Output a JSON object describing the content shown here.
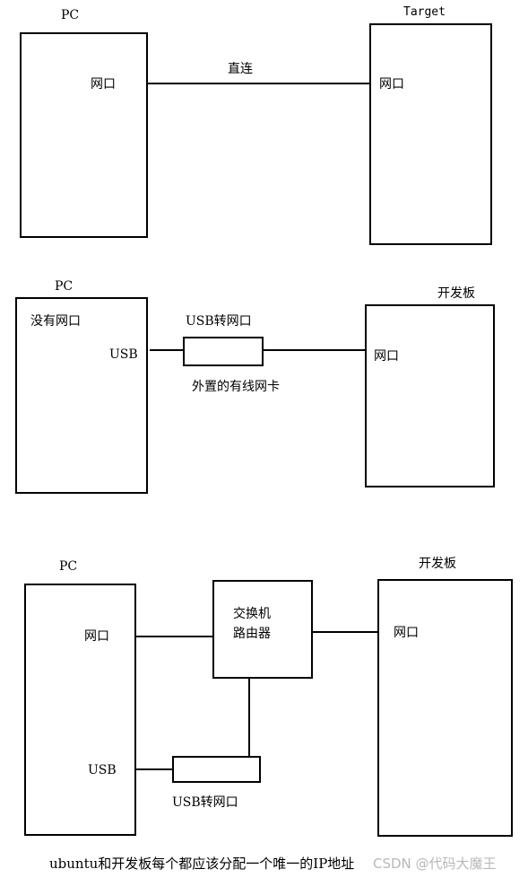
{
  "diagram1": {
    "pc_title": "PC",
    "target_title": "Target",
    "pc_port": "网口",
    "target_port": "网口",
    "link_label": "直连"
  },
  "diagram2": {
    "pc_title": "PC",
    "board_title": "开发板",
    "pc_note": "没有网口",
    "pc_usb": "USB",
    "adapter_label": "USB转网口",
    "adapter_caption": "外置的有线网卡",
    "board_port": "网口"
  },
  "diagram3": {
    "pc_title": "PC",
    "board_title": "开发板",
    "pc_port": "网口",
    "pc_usb": "USB",
    "switch_line1": "交换机",
    "switch_line2": "路由器",
    "board_port": "网口",
    "adapter_label": "USB转网口"
  },
  "footer_note": "ubuntu和开发板每个都应该分配一个唯一的IP地址",
  "watermark": "CSDN @代码大魔王"
}
